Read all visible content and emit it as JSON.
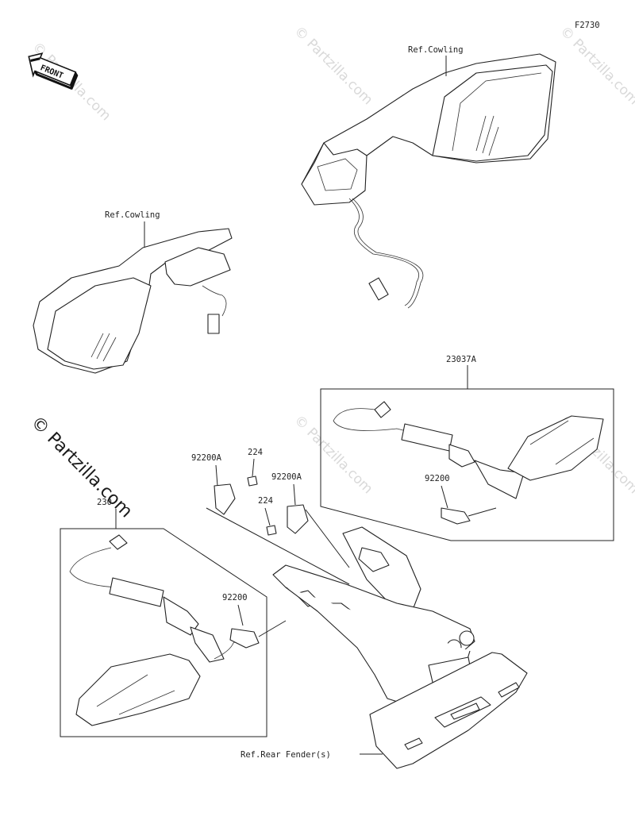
{
  "figure_code": "F2730",
  "front_label": "FRONT",
  "watermark": "© Partzilla.com",
  "labels": {
    "ref_cowling_right": "Ref.Cowling",
    "ref_cowling_left": "Ref.Cowling",
    "ref_rear_fender": "Ref.Rear Fender(s)",
    "part_23037A": "23037A",
    "part_92200_upper": "92200",
    "part_92200_lower": "92200",
    "part_92200A_left": "92200A",
    "part_92200A_right": "92200A",
    "part_224_upper": "224",
    "part_224_lower": "224",
    "part_230": "230"
  }
}
